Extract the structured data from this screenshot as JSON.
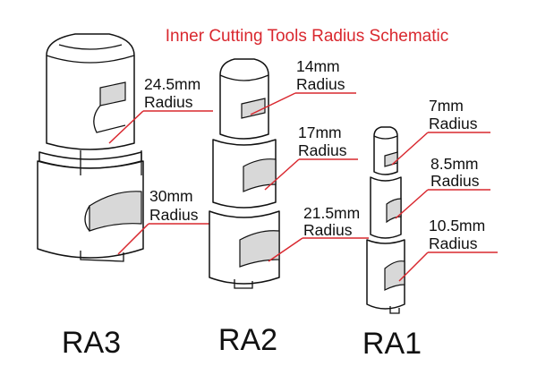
{
  "diagram": {
    "title": "Inner Cutting Tools Radius Schematic",
    "colors": {
      "accent": "#d9282f",
      "outline": "#111111",
      "shade": "#d8d8d8"
    },
    "tools": [
      {
        "name": "RA3",
        "labels": [
          {
            "value": "24.5mm",
            "unit_text": "Radius"
          },
          {
            "value": "30mm",
            "unit_text": "Radius"
          }
        ]
      },
      {
        "name": "RA2",
        "labels": [
          {
            "value": "14mm",
            "unit_text": "Radius"
          },
          {
            "value": "17mm",
            "unit_text": "Radius"
          },
          {
            "value": "21.5mm",
            "unit_text": "Radius"
          }
        ]
      },
      {
        "name": "RA1",
        "labels": [
          {
            "value": "7mm",
            "unit_text": "Radius"
          },
          {
            "value": "8.5mm",
            "unit_text": "Radius"
          },
          {
            "value": "10.5mm",
            "unit_text": "Radius"
          }
        ]
      }
    ]
  }
}
